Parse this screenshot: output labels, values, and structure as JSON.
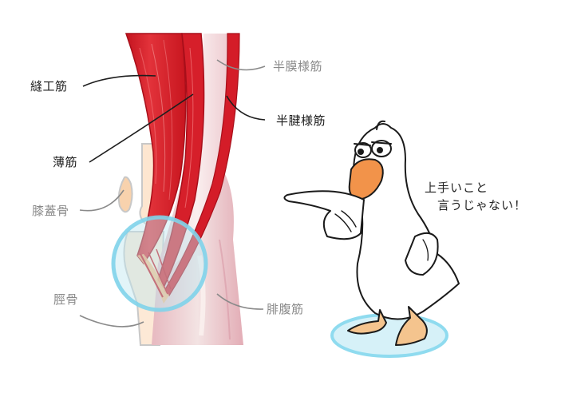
{
  "diagram": {
    "subject": "knee-medial-muscles",
    "labels": {
      "sartorius": "縫工筋",
      "gracilis": "薄筋",
      "patella": "膝蓋骨",
      "tibia": "脛骨",
      "semimembranosus": "半膜様筋",
      "semitendinosus": "半腱様筋",
      "gastrocnemius": "腓腹筋"
    },
    "colors": {
      "muscle_red": "#d8202c",
      "muscle_dark": "#b0101c",
      "tendon_pink": "#f2d6da",
      "bone_cream": "#fde6d0",
      "highlight_circle": "#7fd3ea",
      "leader_dark": "#1e1e1e",
      "leader_gray": "#8a8a8a",
      "beak_orange": "#f2934a"
    }
  },
  "character": {
    "name": "duck",
    "speech": {
      "line1": "上手いこと",
      "line2": "言うじゃない！"
    }
  }
}
